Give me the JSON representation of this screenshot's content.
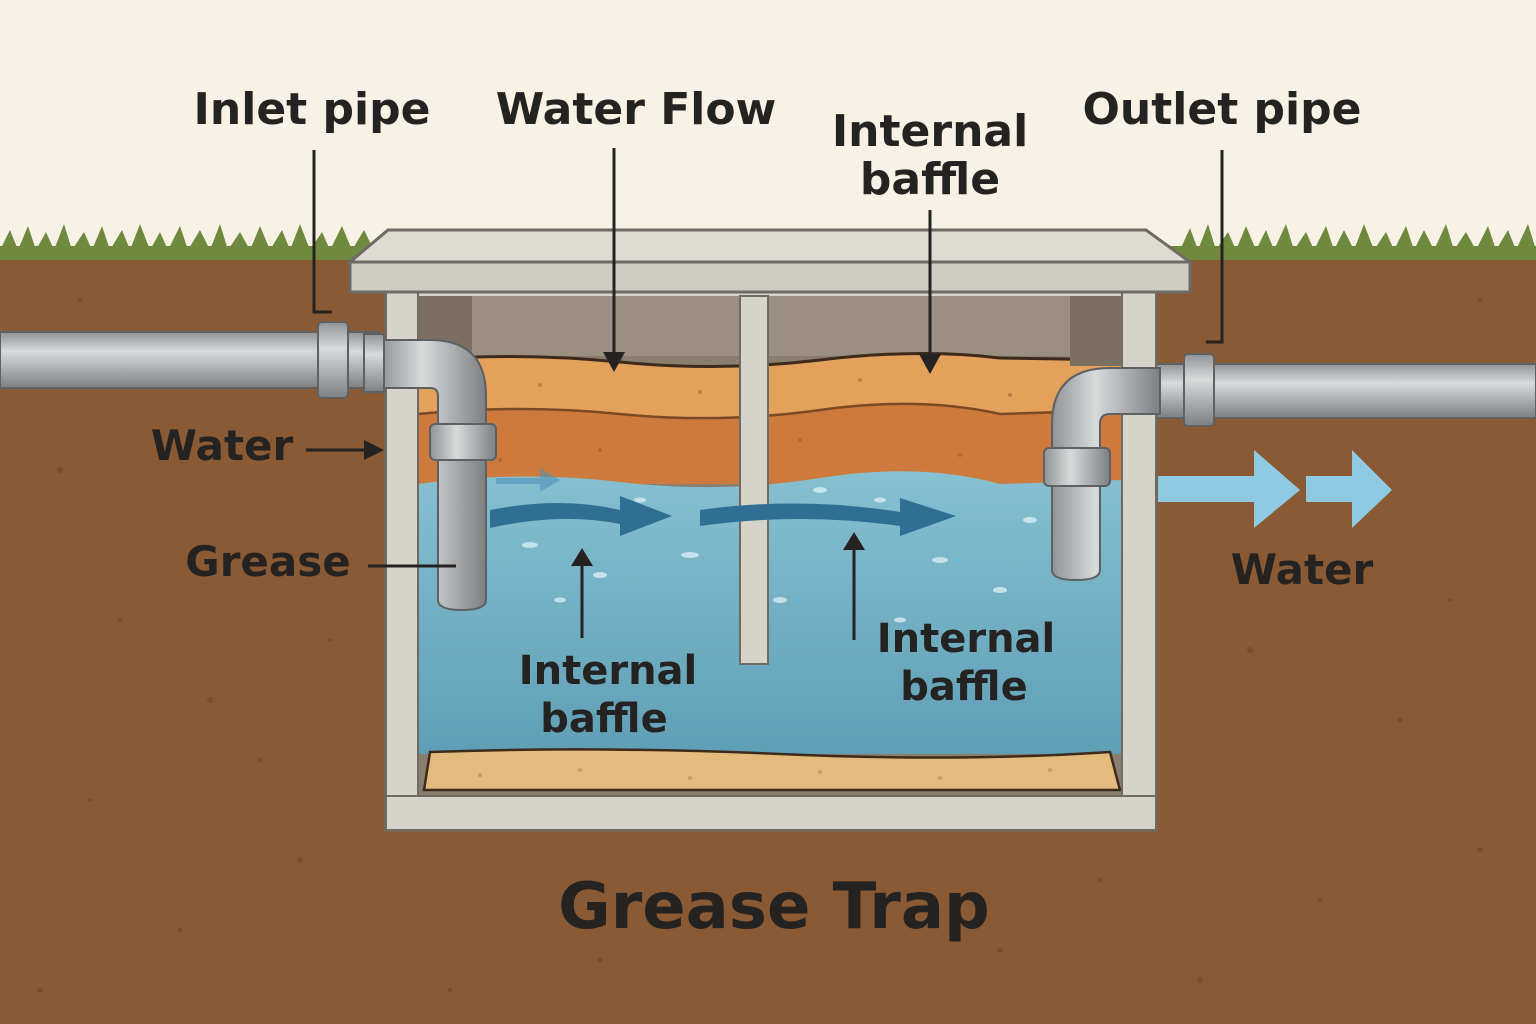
{
  "title": "Grease Trap",
  "labels": {
    "inlet_pipe": "Inlet pipe",
    "water_flow": "Water Flow",
    "internal_baffle_top_line1": "Internal",
    "internal_baffle_top_line2": "baffle",
    "outlet_pipe": "Outlet pipe",
    "water_left": "Water",
    "grease": "Grease",
    "internal_baffle_mid_line1": "Internal",
    "internal_baffle_mid_line2": "baffle",
    "internal_baffle_right_line1": "Internal",
    "internal_baffle_right_line2": "baffle",
    "water_right": "Water"
  },
  "colors": {
    "sky": "#f8f2e6",
    "grass": "#6f8a3e",
    "soil": "#8a5a34",
    "concrete": "#d6d3cb",
    "grease_light": "#e3a15c",
    "grease_dark": "#cf7a3d",
    "water": "#72b0c4",
    "flow_arrow": "#2f6f93",
    "outflow_arrow": "#8ecbe3",
    "sediment": "#e4bb7d",
    "pipe": "#a9acaf",
    "text": "#252321"
  }
}
